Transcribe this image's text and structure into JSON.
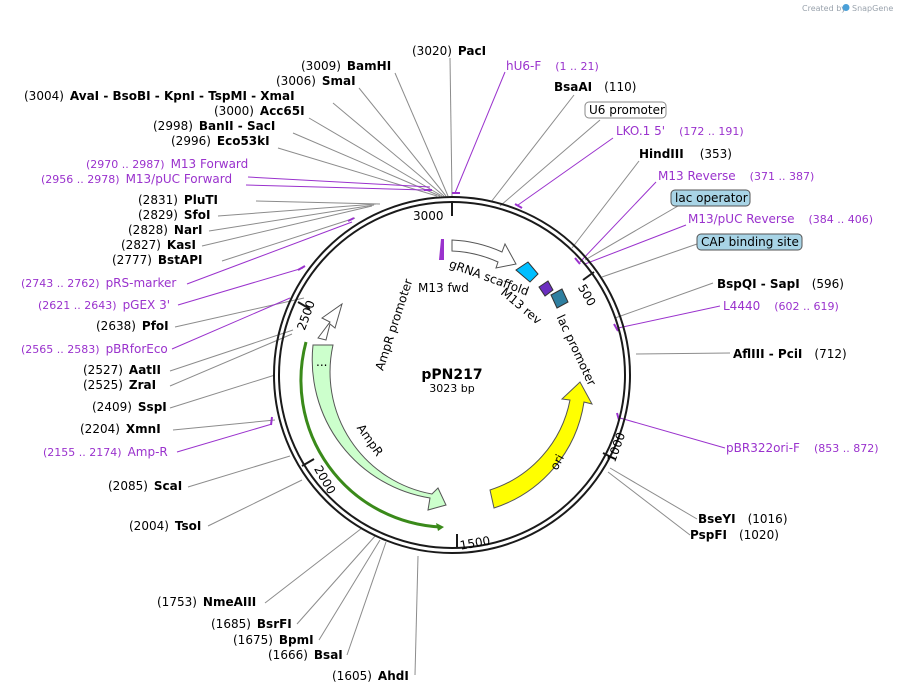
{
  "credit": "Created by",
  "credit_brand": "SnapGene",
  "plasmid": {
    "name": "pPN217",
    "size_label": "3023 bp",
    "length": 3023
  },
  "ticks": [
    "3000",
    "500",
    "1000",
    "1500",
    "2000",
    "2500"
  ],
  "enzymes": [
    {
      "pos": "(3020)",
      "name": "PacI"
    },
    {
      "pos": "(3009)",
      "name": "BamHI"
    },
    {
      "pos": "(3006)",
      "name": "SmaI"
    },
    {
      "pos": "(3004)",
      "name": "AvaI  - BsoBI  - KpnI  - TspMI  - XmaI"
    },
    {
      "pos": "(3000)",
      "name": "Acc65I"
    },
    {
      "pos": "(2998)",
      "name": "BanII  - SacI"
    },
    {
      "pos": "(2996)",
      "name": "Eco53kI"
    },
    {
      "pos": "(2831)",
      "name": "PluTI"
    },
    {
      "pos": "(2829)",
      "name": "SfoI"
    },
    {
      "pos": "(2828)",
      "name": "NarI"
    },
    {
      "pos": "(2827)",
      "name": "KasI"
    },
    {
      "pos": "(2777)",
      "name": "BstAPI"
    },
    {
      "pos": "(2638)",
      "name": "PfoI"
    },
    {
      "pos": "(2527)",
      "name": "AatII"
    },
    {
      "pos": "(2525)",
      "name": "ZraI"
    },
    {
      "pos": "(2409)",
      "name": "SspI"
    },
    {
      "pos": "(2204)",
      "name": "XmnI"
    },
    {
      "pos": "(2085)",
      "name": "ScaI"
    },
    {
      "pos": "(2004)",
      "name": "TsoI"
    },
    {
      "pos": "(1753)",
      "name": "NmeAIII"
    },
    {
      "pos": "(1685)",
      "name": "BsrFI"
    },
    {
      "pos": "(1675)",
      "name": "BpmI"
    },
    {
      "pos": "(1666)",
      "name": "BsaI"
    },
    {
      "pos": "(1605)",
      "name": "AhdI"
    },
    {
      "pos": "(110)",
      "name": "BsaAI"
    },
    {
      "pos": "(353)",
      "name": "HindIII"
    },
    {
      "pos": "(596)",
      "name": "BspQI  - SapI"
    },
    {
      "pos": "(712)",
      "name": "AflIII  - PciI"
    },
    {
      "pos": "(1016)",
      "name": "BseYI"
    },
    {
      "pos": "(1020)",
      "name": "PspFI"
    }
  ],
  "primers": [
    {
      "name": "hU6-F",
      "range": "(1 .. 21)"
    },
    {
      "name": "LKO.1 5'",
      "range": "(172 .. 191)"
    },
    {
      "name": "M13 Reverse",
      "range": "(371 .. 387)"
    },
    {
      "name": "M13/pUC Reverse",
      "range": "(384 .. 406)"
    },
    {
      "name": "L4440",
      "range": "(602 .. 619)"
    },
    {
      "name": "pBR322ori-F",
      "range": "(853 .. 872)"
    },
    {
      "name": "M13 Forward",
      "range": "(2970 .. 2987)"
    },
    {
      "name": "M13/pUC Forward",
      "range": "(2956 .. 2978)"
    },
    {
      "name": "pRS-marker",
      "range": "(2743 .. 2762)"
    },
    {
      "name": "pGEX 3'",
      "range": "(2621 .. 2643)"
    },
    {
      "name": "pBRforEco",
      "range": "(2565 .. 2583)"
    },
    {
      "name": "Amp-R",
      "range": "(2155 .. 2174)"
    }
  ],
  "boxed_features": [
    "U6 promoter",
    "lac operator",
    "CAP binding site"
  ],
  "arc_labels": [
    "gRNA scaffold",
    "M13 fwd",
    "M13 rev",
    "lac promoter",
    "AmpR promoter",
    "AmpR",
    "ori",
    "..."
  ],
  "colors": {
    "ring": "#1a1a1a",
    "enzyme_line": "#8c8c8c",
    "primer": "#9a32cd",
    "ampr_fill": "#ccffcc",
    "ori_fill": "#ffff00",
    "gRNA_fill": "#ffffff",
    "lac_fill": "#00bfff",
    "ampr_orf": "#3a8a1a",
    "box_blue": "#a8d4e6",
    "credit_blue": "#4aa0d8"
  }
}
